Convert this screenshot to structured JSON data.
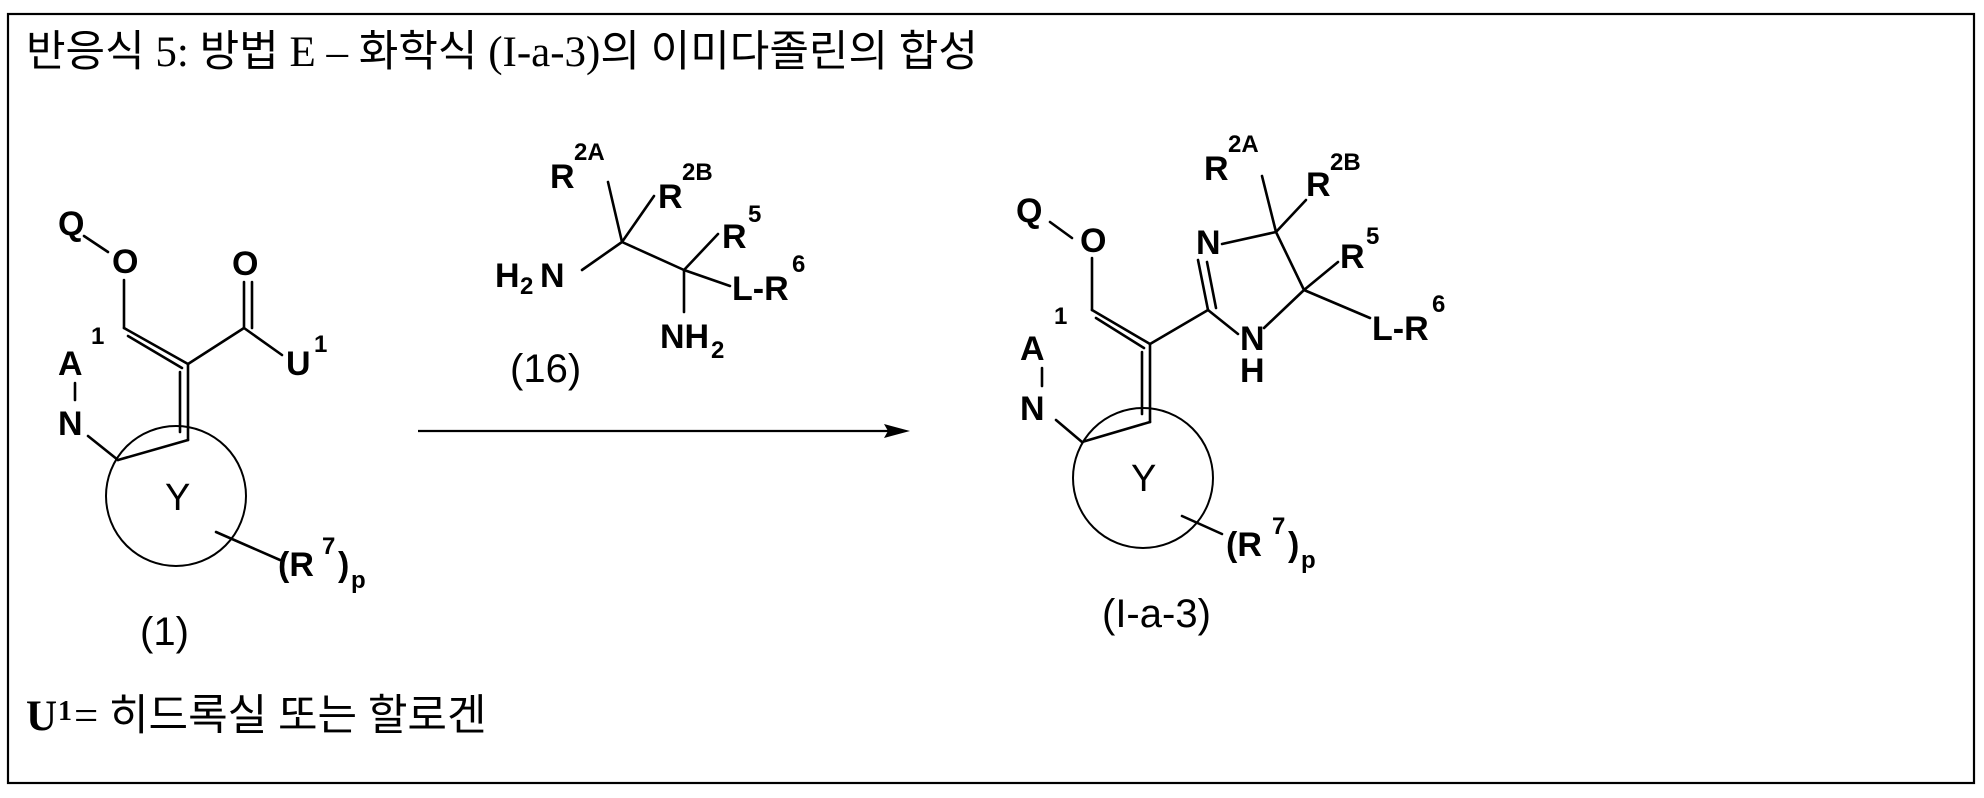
{
  "title": "반응식 5: 방법 E – 화학식 (I-a-3)의 이미다졸린의 합성",
  "reactant": {
    "compound_label": "(1)",
    "ring_label": "Y",
    "atoms": {
      "Q": "Q",
      "O_ether": "O",
      "O_carbonyl": "O",
      "A": "A",
      "A_sup": "1",
      "N": "N",
      "U": "U",
      "U_sup": "1",
      "R7": "(R",
      "R7_sup": "7",
      "R7_close": ")",
      "R7_sub": "p"
    }
  },
  "reagent": {
    "compound_label": "(16)",
    "atoms": {
      "R2A": "R",
      "R2A_sup": "2A",
      "R2B": "R",
      "R2B_sup": "2B",
      "R5": "R",
      "R5_sup": "5",
      "H2N": "H",
      "H2N_sub": "2",
      "H2N_N": "N",
      "LR6": "L-R",
      "LR6_sup": "6",
      "NH2": "NH",
      "NH2_sub": "2"
    }
  },
  "product": {
    "compound_label": "(I-a-3)",
    "ring_label": "Y",
    "atoms": {
      "Q": "Q",
      "O": "O",
      "A": "A",
      "A_sup": "1",
      "N": "N",
      "N_imid": "N",
      "NH_N": "N",
      "NH_H": "H",
      "R2A": "R",
      "R2A_sup": "2A",
      "R2B": "R",
      "R2B_sup": "2B",
      "R5": "R",
      "R5_sup": "5",
      "LR6": "L-R",
      "LR6_sup": "6",
      "R7": "(R",
      "R7_sup": "7",
      "R7_close": ")",
      "R7_sub": "p"
    }
  },
  "footnote": {
    "symbol": "U",
    "sup": "1",
    "text": " = 히드록실 또는 할로겐"
  }
}
